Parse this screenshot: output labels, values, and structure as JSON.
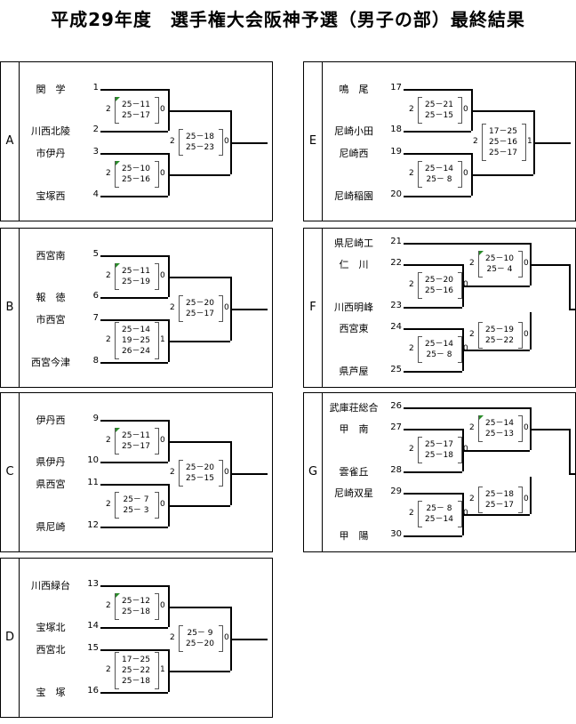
{
  "title": "平成29年度　選手権大会阪神予選（男子の部）最終結果",
  "blocks": [
    {
      "letter": "A",
      "teams": [
        {
          "name": "関　学",
          "no": "1"
        },
        {
          "name": "川西北陵",
          "no": "2"
        },
        {
          "name": "市伊丹",
          "no": "3"
        },
        {
          "name": "宝塚西",
          "no": "4"
        }
      ],
      "m1": {
        "l": "2",
        "sets": [
          "25－11",
          "25－17"
        ],
        "r": "0"
      },
      "m2": {
        "l": "2",
        "sets": [
          "25－10",
          "25－16"
        ],
        "r": "0"
      },
      "f": {
        "l": "2",
        "sets": [
          "25－18",
          "25－23"
        ],
        "r": "0"
      }
    },
    {
      "letter": "B",
      "teams": [
        {
          "name": "西宮南",
          "no": "5"
        },
        {
          "name": "報　徳",
          "no": "6"
        },
        {
          "name": "市西宮",
          "no": "7"
        },
        {
          "name": "西宮今津",
          "no": "8"
        }
      ],
      "m1": {
        "l": "2",
        "sets": [
          "25－11",
          "25－19"
        ],
        "r": "0"
      },
      "m2": {
        "l": "2",
        "sets": [
          "25－14",
          "19－25",
          "26－24"
        ],
        "r": "1"
      },
      "f": {
        "l": "2",
        "sets": [
          "25－20",
          "25－17"
        ],
        "r": "0"
      }
    },
    {
      "letter": "C",
      "teams": [
        {
          "name": "伊丹西",
          "no": "9"
        },
        {
          "name": "県伊丹",
          "no": "10"
        },
        {
          "name": "県西宮",
          "no": "11"
        },
        {
          "name": "県尼崎",
          "no": "12"
        }
      ],
      "m1": {
        "l": "2",
        "sets": [
          "25－11",
          "25－17"
        ],
        "r": "0"
      },
      "m2": {
        "l": "2",
        "sets": [
          "25－ 7",
          "25－ 3"
        ],
        "r": "0"
      },
      "f": {
        "l": "2",
        "sets": [
          "25－20",
          "25－15"
        ],
        "r": "0"
      }
    },
    {
      "letter": "D",
      "teams": [
        {
          "name": "川西緑台",
          "no": "13"
        },
        {
          "name": "宝塚北",
          "no": "14"
        },
        {
          "name": "西宮北",
          "no": "15"
        },
        {
          "name": "宝　塚",
          "no": "16"
        }
      ],
      "m1": {
        "l": "2",
        "sets": [
          "25－12",
          "25－18"
        ],
        "r": "0"
      },
      "m2": {
        "l": "2",
        "sets": [
          "17－25",
          "25－22",
          "25－18"
        ],
        "r": "1"
      },
      "f": {
        "l": "2",
        "sets": [
          "25－ 9",
          "25－20"
        ],
        "r": "0"
      }
    },
    {
      "letter": "E",
      "teams": [
        {
          "name": "鳴　尾",
          "no": "17"
        },
        {
          "name": "尼崎小田",
          "no": "18"
        },
        {
          "name": "尼崎西",
          "no": "19"
        },
        {
          "name": "尼崎稲園",
          "no": "20"
        }
      ],
      "m1": {
        "l": "2",
        "sets": [
          "25－21",
          "25－15"
        ],
        "r": "0"
      },
      "m2": {
        "l": "2",
        "sets": [
          "25－14",
          "25－ 8"
        ],
        "r": "0"
      },
      "f": {
        "l": "2",
        "sets": [
          "17－25",
          "25－16",
          "25－17"
        ],
        "r": "1"
      }
    },
    {
      "letter": "F",
      "teams": [
        {
          "name": "県尼崎工",
          "no": "21"
        },
        {
          "name": "仁　川",
          "no": "22"
        },
        {
          "name": "川西明峰",
          "no": "23"
        },
        {
          "name": "西宮東",
          "no": "24"
        },
        {
          "name": "県芦屋",
          "no": "25"
        }
      ],
      "m0": {
        "l": "2",
        "sets": [
          "25－10",
          "25－ 4"
        ],
        "r": "0"
      },
      "m1": {
        "l": "2",
        "sets": [
          "25－20",
          "25－16"
        ],
        "r": "0"
      },
      "m2": {
        "l": "2",
        "sets": [
          "25－14",
          "25－ 8"
        ],
        "r": "0"
      },
      "f": {
        "l": "2",
        "sets": [
          "25－19",
          "25－22"
        ],
        "r": "0"
      }
    },
    {
      "letter": "G",
      "teams": [
        {
          "name": "武庫荘総合",
          "no": "26"
        },
        {
          "name": "甲　南",
          "no": "27"
        },
        {
          "name": "雲雀丘",
          "no": "28"
        },
        {
          "name": "尼崎双星",
          "no": "29"
        },
        {
          "name": "甲　陽",
          "no": "30"
        }
      ],
      "m0": {
        "l": "2",
        "sets": [
          "25－14",
          "25－13"
        ],
        "r": "0"
      },
      "m1": {
        "l": "2",
        "sets": [
          "25－17",
          "25－18"
        ],
        "r": "0"
      },
      "m2": {
        "l": "2",
        "sets": [
          "25－ 8",
          "25－14"
        ],
        "r": "0"
      },
      "f": {
        "l": "2",
        "sets": [
          "25－18",
          "25－17"
        ],
        "r": "0"
      }
    }
  ]
}
